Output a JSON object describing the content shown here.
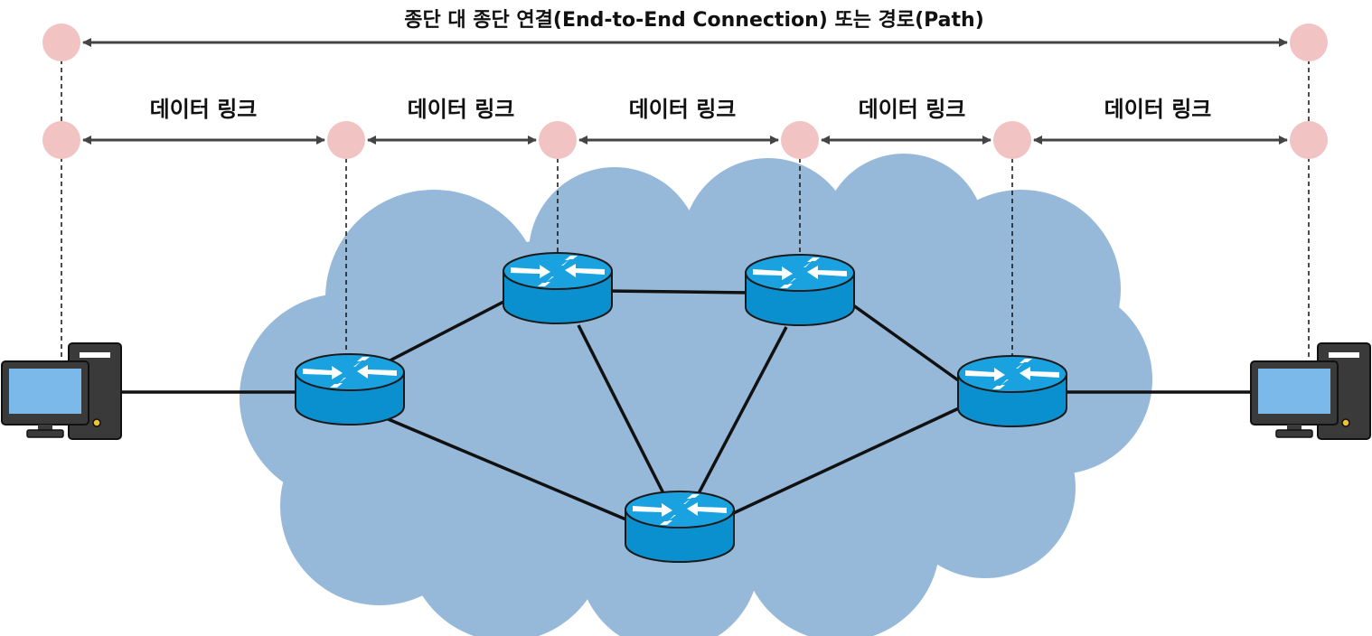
{
  "diagram": {
    "end_to_end_label": "종단 대 종단 연결(End-to-End Connection) 또는 경로(Path)",
    "data_link_labels": [
      "데이터 링크",
      "데이터 링크",
      "데이터 링크",
      "데이터 링크",
      "데이터 링크"
    ]
  },
  "colors": {
    "cloud": "#96b9da",
    "router_body": "#0c94d6",
    "router_top": "#1aa2e0",
    "node_dot": "#f2c3c3",
    "arrow": "#444444",
    "monitor_screen": "#7ab9ea",
    "computer_body": "#3a3a3a",
    "link": "#111111"
  },
  "icons": {
    "router": "router-icon",
    "computer": "desktop-computer-icon",
    "cloud": "network-cloud",
    "node": "hop-node-dot"
  }
}
